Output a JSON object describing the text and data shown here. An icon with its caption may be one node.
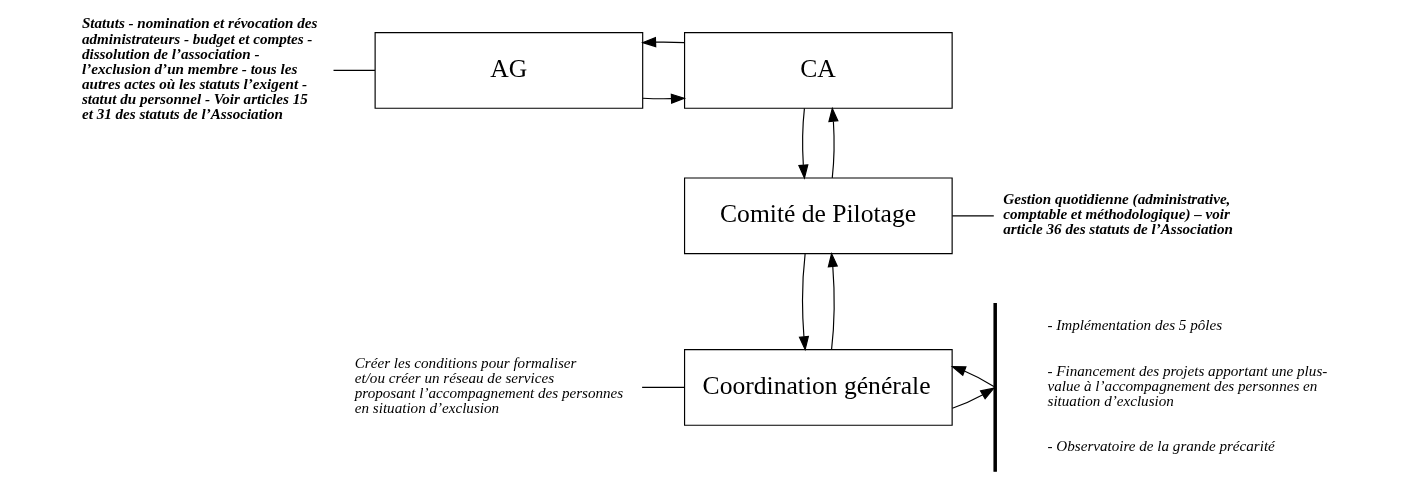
{
  "diagram": {
    "nodes": [
      {
        "text": [
          "AG"
        ]
      },
      {
        "text": [
          "CA"
        ]
      },
      {
        "text": [
          "Comité de Pilotage"
        ]
      },
      {
        "text": [
          "Coordination générale"
        ]
      },
      {
        "text": [
          "Statuts - nomination et révocation des administrateurs - budget et comptes - dissolution de l’association - l’exclusion d’un membre - tous les autres actes où les statuts l’exigent - statut du personnel - Voir articles 15 et 31 des statuts de l’Association"
        ]
      },
      {
        "text": [
          "Gestion quotidienne (administrative, comptable et méthodologique) – voir article 36 des statuts de l’Association"
        ]
      },
      {
        "text": [
          "Créer les conditions pour formaliser et/ou créer un réseau de services proposant l’accompagnement des personnes en situation d’exclusion"
        ]
      },
      {
        "text": [],
        "shape": "bar",
        "beside": [
          "- Implémentation des 5 pôles",
          "- Financement des projets apportant une plus-value à l’accompagnement des personnes en situation d’exclusion",
          "- Observatoire de la grande précarité"
        ]
      }
    ],
    "edges": [
      {
        "from": 4,
        "to": 0,
        "arrow": "none"
      },
      {
        "from": 0,
        "to": 1,
        "arrow": "to"
      },
      {
        "from": 1,
        "to": 2,
        "arrow": "to"
      },
      {
        "from": 2,
        "to": 3,
        "arrow": "to"
      },
      {
        "from": 3,
        "to": 7,
        "arrow": "to"
      },
      {
        "from": 7,
        "to": 3,
        "arrow": "to"
      },
      {
        "from": 3,
        "to": 2,
        "arrow": "to"
      },
      {
        "from": 2,
        "to": 1,
        "arrow": "to"
      },
      {
        "from": 1,
        "to": 0,
        "arrow": "to"
      },
      {
        "from": 2,
        "to": 5,
        "arrow": "none"
      },
      {
        "from": 6,
        "to": 3,
        "arrow": "none"
      }
    ]
  }
}
